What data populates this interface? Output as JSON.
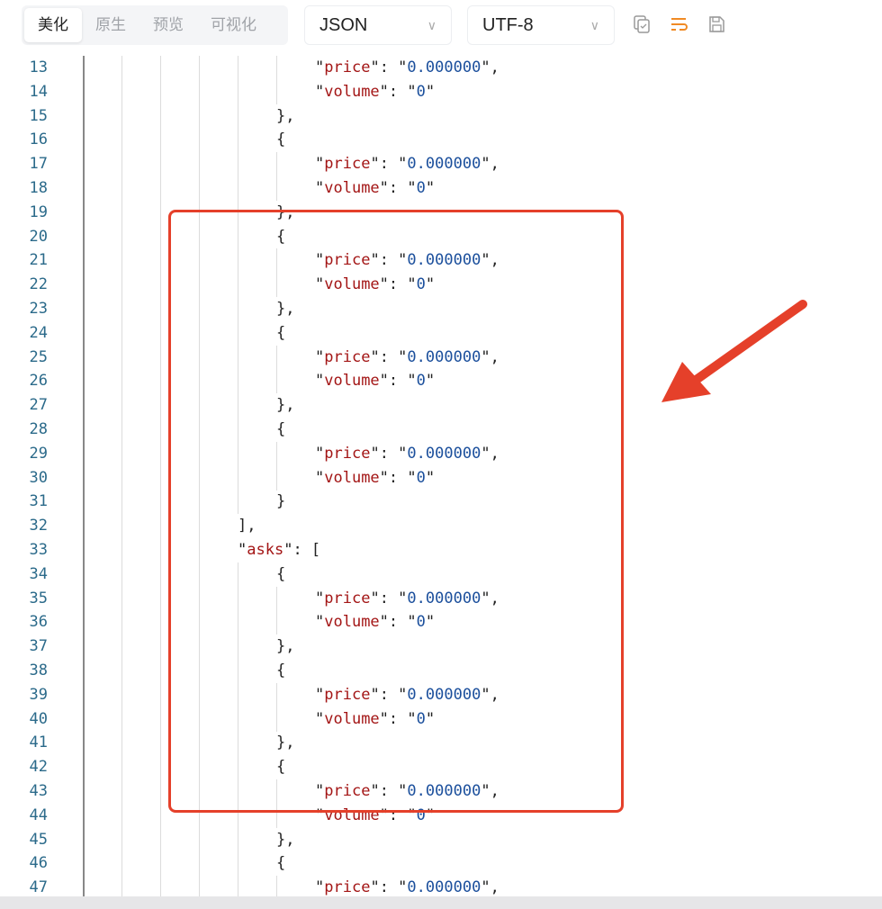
{
  "toolbar": {
    "tabs": [
      {
        "label": "美化",
        "active": true
      },
      {
        "label": "原生"
      },
      {
        "label": "预览"
      },
      {
        "label": "可视化"
      }
    ],
    "format_select": "JSON",
    "encoding_select": "UTF-8",
    "icons": [
      "copy-icon",
      "wrap-icon",
      "save-icon"
    ],
    "accent": "#f08a24"
  },
  "annotation": {
    "color": "#e5402a"
  },
  "lines": [
    {
      "n": "13",
      "i": 6,
      "k": "price",
      "v": "0.000000",
      "c": ","
    },
    {
      "n": "14",
      "i": 6,
      "k": "volume",
      "v": "0",
      "c": ""
    },
    {
      "n": "15",
      "i": 5,
      "t": "},"
    },
    {
      "n": "16",
      "i": 5,
      "t": "{"
    },
    {
      "n": "17",
      "i": 6,
      "k": "price",
      "v": "0.000000",
      "c": ","
    },
    {
      "n": "18",
      "i": 6,
      "k": "volume",
      "v": "0",
      "c": ""
    },
    {
      "n": "19",
      "i": 5,
      "t": "},"
    },
    {
      "n": "20",
      "i": 5,
      "t": "{"
    },
    {
      "n": "21",
      "i": 6,
      "k": "price",
      "v": "0.000000",
      "c": ","
    },
    {
      "n": "22",
      "i": 6,
      "k": "volume",
      "v": "0",
      "c": ""
    },
    {
      "n": "23",
      "i": 5,
      "t": "},"
    },
    {
      "n": "24",
      "i": 5,
      "t": "{"
    },
    {
      "n": "25",
      "i": 6,
      "k": "price",
      "v": "0.000000",
      "c": ","
    },
    {
      "n": "26",
      "i": 6,
      "k": "volume",
      "v": "0",
      "c": ""
    },
    {
      "n": "27",
      "i": 5,
      "t": "},"
    },
    {
      "n": "28",
      "i": 5,
      "t": "{"
    },
    {
      "n": "29",
      "i": 6,
      "k": "price",
      "v": "0.000000",
      "c": ","
    },
    {
      "n": "30",
      "i": 6,
      "k": "volume",
      "v": "0",
      "c": ""
    },
    {
      "n": "31",
      "i": 5,
      "t": "}"
    },
    {
      "n": "32",
      "i": 4,
      "t": "],"
    },
    {
      "n": "33",
      "i": 4,
      "k": "asks",
      "t2": ": ["
    },
    {
      "n": "34",
      "i": 5,
      "t": "{"
    },
    {
      "n": "35",
      "i": 6,
      "k": "price",
      "v": "0.000000",
      "c": ","
    },
    {
      "n": "36",
      "i": 6,
      "k": "volume",
      "v": "0",
      "c": ""
    },
    {
      "n": "37",
      "i": 5,
      "t": "},"
    },
    {
      "n": "38",
      "i": 5,
      "t": "{"
    },
    {
      "n": "39",
      "i": 6,
      "k": "price",
      "v": "0.000000",
      "c": ","
    },
    {
      "n": "40",
      "i": 6,
      "k": "volume",
      "v": "0",
      "c": ""
    },
    {
      "n": "41",
      "i": 5,
      "t": "},"
    },
    {
      "n": "42",
      "i": 5,
      "t": "{"
    },
    {
      "n": "43",
      "i": 6,
      "k": "price",
      "v": "0.000000",
      "c": ","
    },
    {
      "n": "44",
      "i": 6,
      "k": "volume",
      "v": "0",
      "c": ""
    },
    {
      "n": "45",
      "i": 5,
      "t": "},"
    },
    {
      "n": "46",
      "i": 5,
      "t": "{"
    },
    {
      "n": "47",
      "i": 6,
      "k": "price",
      "v": "0.000000",
      "c": ","
    }
  ]
}
